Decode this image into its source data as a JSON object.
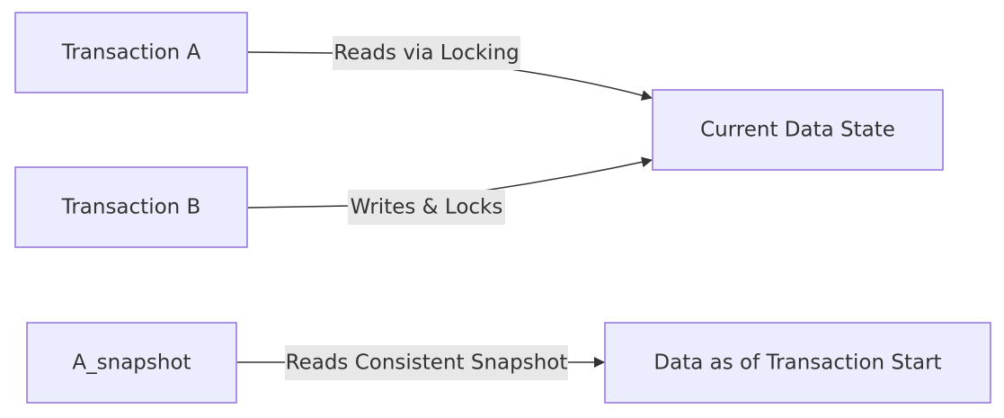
{
  "diagram": {
    "nodes": {
      "transaction_a": "Transaction A",
      "transaction_b": "Transaction B",
      "current_state": "Current Data State",
      "a_snapshot": "A_snapshot",
      "snapshot_state": "Data as of Transaction Start"
    },
    "edges": {
      "reads_locking": "Reads via Locking",
      "writes_locks": "Writes & Locks",
      "reads_snapshot": "Reads Consistent Snapshot"
    },
    "colors": {
      "node_fill": "#ececff",
      "node_stroke": "#9370db",
      "edge_stroke": "#333333",
      "label_background": "#e8e8e8",
      "text": "#333333"
    }
  }
}
